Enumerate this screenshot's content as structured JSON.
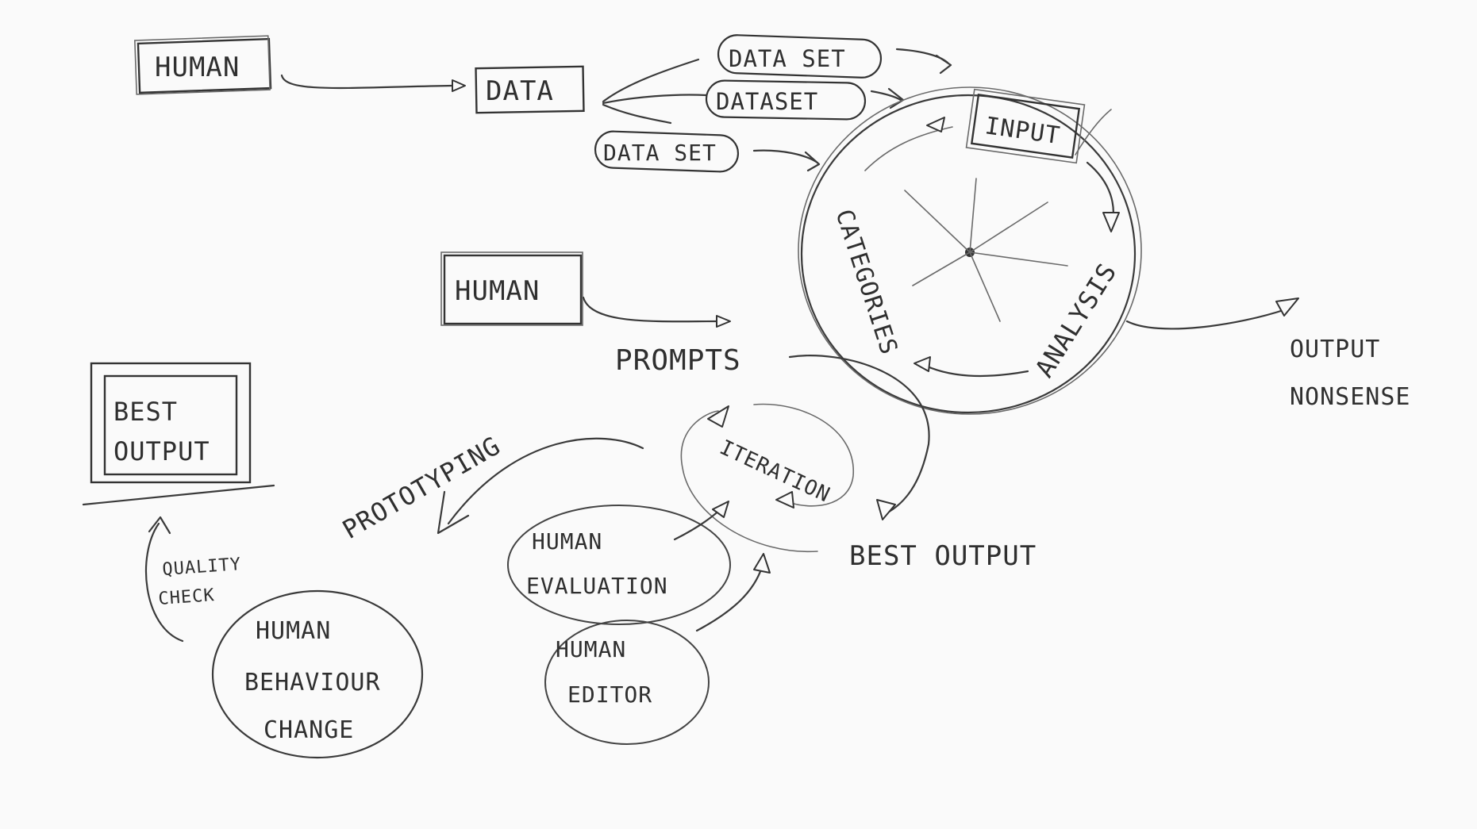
{
  "nodes": {
    "human_top": "HUMAN",
    "data": "DATA",
    "data_set_1": "DATA SET",
    "data_set_2": "DATASET",
    "data_set_3": "DATA SET",
    "input": "INPUT",
    "analysis": "ANALYSIS",
    "categories": "CATEGORIES",
    "output_line1": "OUTPUT",
    "output_line2": "NONSENSE",
    "human_mid": "HUMAN",
    "prompts": "PROMPTS",
    "iteration": "ITERATION",
    "best_output_right": "BEST OUTPUT",
    "prototyping": "PROTOTYPING",
    "best_output_box_line1": "BEST",
    "best_output_box_line2": "OUTPUT",
    "quality_line1": "QUALITY",
    "quality_line2": "CHECK",
    "human_eval_line1": "HUMAN",
    "human_eval_line2": "EVALUATION",
    "human_editor_line1": "HUMAN",
    "human_editor_line2": "EDITOR",
    "behaviour_line1": "HUMAN",
    "behaviour_line2": "BEHAVIOUR",
    "behaviour_line3": "CHANGE"
  },
  "colors": {
    "ink": "#333333",
    "paper": "#fafafa"
  }
}
